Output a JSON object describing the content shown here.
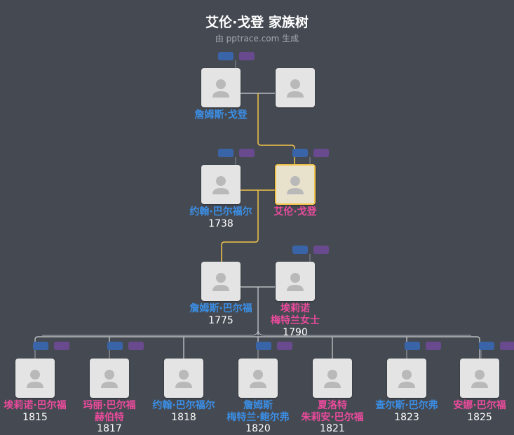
{
  "title": "艾伦·戈登 家族树",
  "subtitle": "由 pptrace.com 生成",
  "colors": {
    "background": "#454a52",
    "male": "#3b8ee6",
    "female": "#ea4b9c",
    "highlight_line": "#f2c34b",
    "connector": "#cfd2d6"
  },
  "people": {
    "james_gordon": {
      "name": "詹姆斯·戈登",
      "year": ""
    },
    "james_gordon_spouse": {
      "name": "",
      "year": ""
    },
    "john_balfour": {
      "name": "约翰·巴尔福尔",
      "year": "1738"
    },
    "allen_gordon": {
      "name": "艾伦·戈登",
      "year": ""
    },
    "james_balfour": {
      "name": "詹姆斯·巴尔福",
      "year": "1775"
    },
    "elinor_ormiston": {
      "name_line1": "埃莉诺",
      "name_line2": "梅特兰女士",
      "year": "1790"
    },
    "child1": {
      "name": "埃莉诺·巴尔福",
      "year": "1815"
    },
    "child2": {
      "name_line1": "玛丽·巴尔福",
      "name_line2": "赫伯特",
      "year": "1817"
    },
    "child3": {
      "name": "约翰·巴尔福尔",
      "year": "1818"
    },
    "child4": {
      "name_line1": "詹姆斯",
      "name_line2": "梅特兰·鲍尔弗",
      "year": "1820"
    },
    "child5": {
      "name_line1": "夏洛特",
      "name_line2": "朱莉安·巴尔福",
      "year": "1821"
    },
    "child6": {
      "name": "查尔斯·巴尔弗",
      "year": "1823"
    },
    "child7": {
      "name": "安娜·巴尔福",
      "year": "1825"
    }
  }
}
